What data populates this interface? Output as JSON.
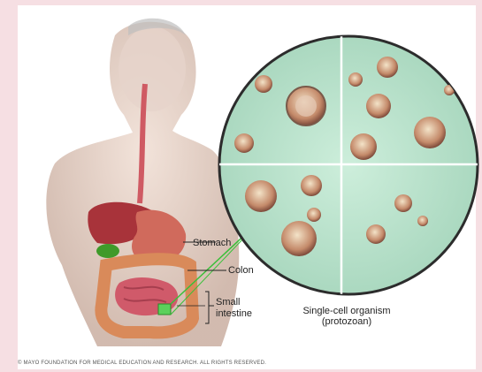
{
  "labels": {
    "stomach": "Stomach",
    "colon": "Colon",
    "small_intestine_line1": "Small",
    "small_intestine_line2": "intestine"
  },
  "caption": {
    "line1": "Single-cell organism",
    "line2": "(protozoan)"
  },
  "copyright": "© MAYO FOUNDATION FOR MEDICAL EDUCATION AND RESEARCH. ALL RIGHTS RESERVED.",
  "colors": {
    "background": "#f6dfe3",
    "skin": "#e8d2c8",
    "liver": "#a8333a",
    "stomach": "#d06a5c",
    "colon": "#d98a5a",
    "small_intestine": "#d05a6a",
    "microscope_bg": "#bfe3cf",
    "pointer": "#38c038"
  }
}
